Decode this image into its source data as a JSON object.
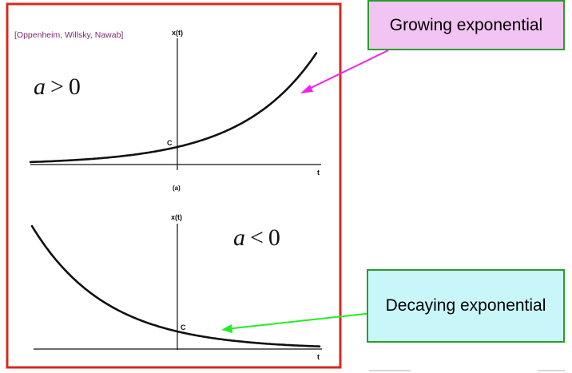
{
  "citation": "[Oppenheim, Willsky, Nawab]",
  "top_plot": {
    "y_axis_label": "x(t)",
    "x_axis_label": "t",
    "intercept_label": "C",
    "sub_label": "(a)",
    "condition": {
      "var": "a",
      "op": ">",
      "val": "0"
    }
  },
  "bottom_plot": {
    "y_axis_label": "x(t)",
    "x_axis_label": "t",
    "intercept_label": "C",
    "condition": {
      "var": "a",
      "op": "<",
      "val": "0"
    }
  },
  "callouts": {
    "growing": "Growing exponential",
    "decaying": "Decaying exponential"
  },
  "colors": {
    "frame": "#d42a1e",
    "citation": "#7a2a6e",
    "growing_arrow": "#ee22ee",
    "decaying_arrow": "#22ee22",
    "growing_box": "#f2c4f3",
    "decaying_box": "#c9f7f9",
    "box_border": "#2a9d2a"
  }
}
